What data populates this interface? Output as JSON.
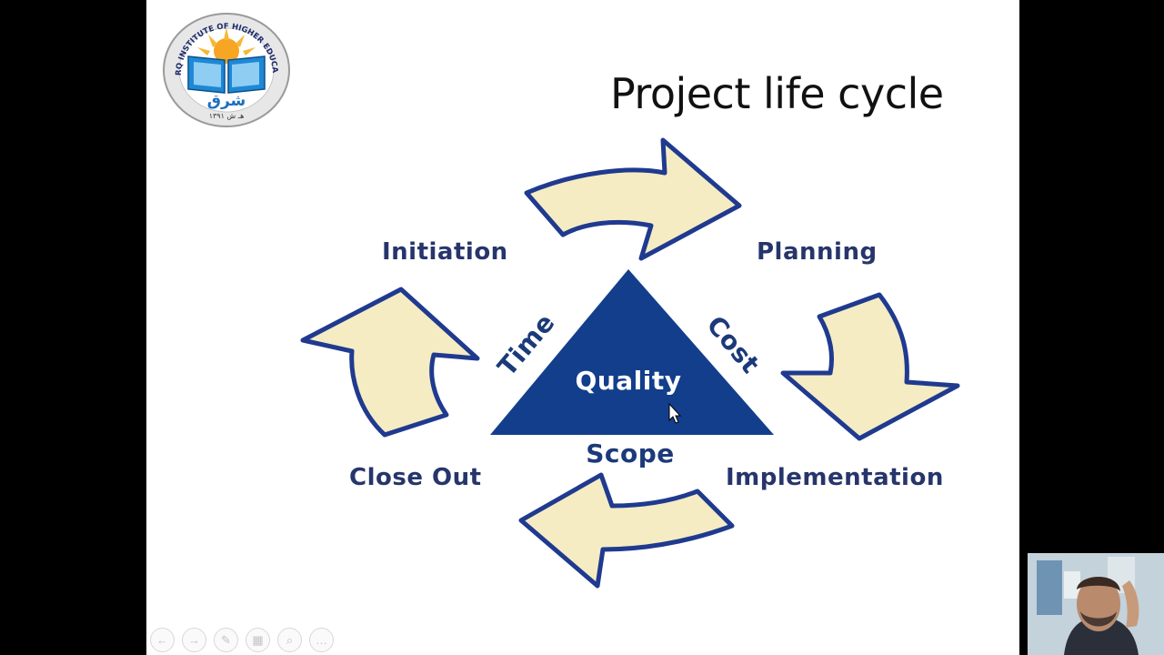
{
  "slide": {
    "title": "Project life cycle",
    "logo": {
      "ring_text": "SHARQ INSTITUTE OF HIGHER EDUCATION",
      "arabic_name": "شرق",
      "year_text": "۱۳۹۱ هـ ش"
    },
    "phases": {
      "initiation": "Initiation",
      "planning": "Planning",
      "implementation": "Implementation",
      "close_out": "Close Out"
    },
    "triangle": {
      "center": "Quality",
      "left_side": "Time",
      "right_side": "Cost",
      "bottom_side": "Scope"
    }
  },
  "colors": {
    "arrow_fill": "#f5ecc4",
    "arrow_stroke": "#1f3a8f",
    "triangle_fill": "#123e8c",
    "phase_text": "#26356b",
    "triangle_label_text": "#1b3a7a"
  },
  "toolbar": {
    "buttons": [
      {
        "name": "previous-slide-button",
        "icon": "arrow-left-icon",
        "glyph": "←"
      },
      {
        "name": "next-slide-button",
        "icon": "arrow-right-icon",
        "glyph": "→"
      },
      {
        "name": "pen-tool-button",
        "icon": "pen-icon",
        "glyph": "✎"
      },
      {
        "name": "see-all-slides-button",
        "icon": "slides-grid-icon",
        "glyph": "▦"
      },
      {
        "name": "zoom-button",
        "icon": "magnifier-icon",
        "glyph": "⌕"
      },
      {
        "name": "more-options-button",
        "icon": "more-dots-icon",
        "glyph": "…"
      }
    ]
  }
}
